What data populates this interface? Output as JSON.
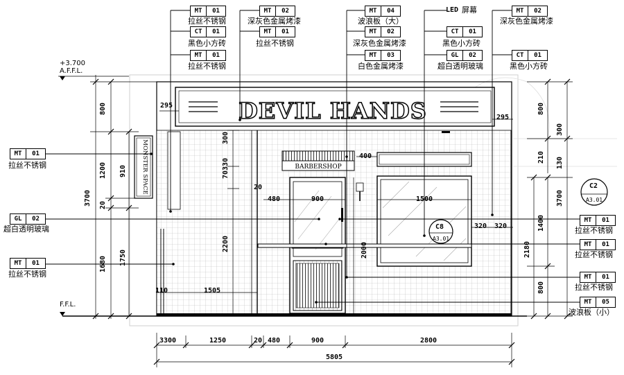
{
  "drawing": {
    "levels": {
      "top_value": "+3.700",
      "top_label": "A.F.F.L.",
      "floor_label": "F.F.L."
    },
    "sign_text": "DEVIL HANDS",
    "side_sign_text": "MONSTER SPACE",
    "barbershop_text": "BARBERSHOP",
    "callout_refs": [
      {
        "code": "C8",
        "sheet": "A3.01"
      },
      {
        "code": "C2",
        "sheet": "A3.01"
      }
    ],
    "material_tags": {
      "t1": {
        "code": "MT",
        "num": "01",
        "label": "拉丝不锈钢"
      },
      "t2": {
        "code": "CT",
        "num": "01",
        "label": "黑色小方砖"
      },
      "t3": {
        "code": "MT",
        "num": "01",
        "label": "拉丝不锈钢"
      },
      "t4": {
        "code": "MT",
        "num": "02",
        "label": "深灰色金属烤漆"
      },
      "t5": {
        "code": "MT",
        "num": "01",
        "label": "拉丝不锈钢"
      },
      "t6": {
        "code": "MT",
        "num": "04",
        "label": "波浪板（大）"
      },
      "t7": {
        "code": "MT",
        "num": "02",
        "label": "深灰色金属烤漆"
      },
      "t8": {
        "code": "MT",
        "num": "03",
        "label": "白色金属烤漆"
      },
      "t9": {
        "code": "LED",
        "num": "",
        "label": "屏幕"
      },
      "t10": {
        "code": "CT",
        "num": "01",
        "label": "黑色小方砖"
      },
      "t11": {
        "code": "GL",
        "num": "02",
        "label": "超白透明玻璃"
      },
      "t12": {
        "code": "MT",
        "num": "02",
        "label": "深灰色金属烤漆"
      },
      "t13": {
        "code": "CT",
        "num": "01",
        "label": "黑色小方砖"
      },
      "t14": {
        "code": "MT",
        "num": "01",
        "label": "拉丝不锈钢"
      },
      "t15": {
        "code": "GL",
        "num": "02",
        "label": "超白透明玻璃"
      },
      "t16": {
        "code": "MT",
        "num": "01",
        "label": "拉丝不锈钢"
      },
      "t17": {
        "code": "MT",
        "num": "01",
        "label": "拉丝不锈钢"
      },
      "t18": {
        "code": "MT",
        "num": "01",
        "label": "拉丝不锈钢"
      },
      "t19": {
        "code": "MT",
        "num": "01",
        "label": "拉丝不锈钢"
      },
      "t20": {
        "code": "MT",
        "num": "05",
        "label": "波浪板（小）"
      }
    },
    "dims": {
      "left_800": "800",
      "left_1200": "1200",
      "left_20": "20",
      "left_1680": "1680",
      "left_3700": "3700",
      "left_910": "910",
      "left_1750": "1750",
      "top_295a": "295",
      "top_295b": "295",
      "mid_300": "300",
      "mid_70330": "70330",
      "mid_20": "20",
      "mid_2200": "2200",
      "door_400": "400",
      "door_480": "480",
      "door_900": "900",
      "door_2000": "2000",
      "win_1500": "1500",
      "win_320a": "320",
      "win_320b": "320",
      "win_2180": "2180",
      "bot_110": "110",
      "bot_1505": "1505",
      "right_800": "800",
      "right_300": "300",
      "right_210": "210",
      "right_130": "130",
      "right_3700": "3700",
      "right_1400": "1400",
      "right_2180": "2180",
      "right_800b": "800",
      "b_3300": "3300",
      "b_1250": "1250",
      "b_20": "20",
      "b_480": "480",
      "b_900": "900",
      "b_2800": "2800",
      "total": "5805"
    }
  }
}
